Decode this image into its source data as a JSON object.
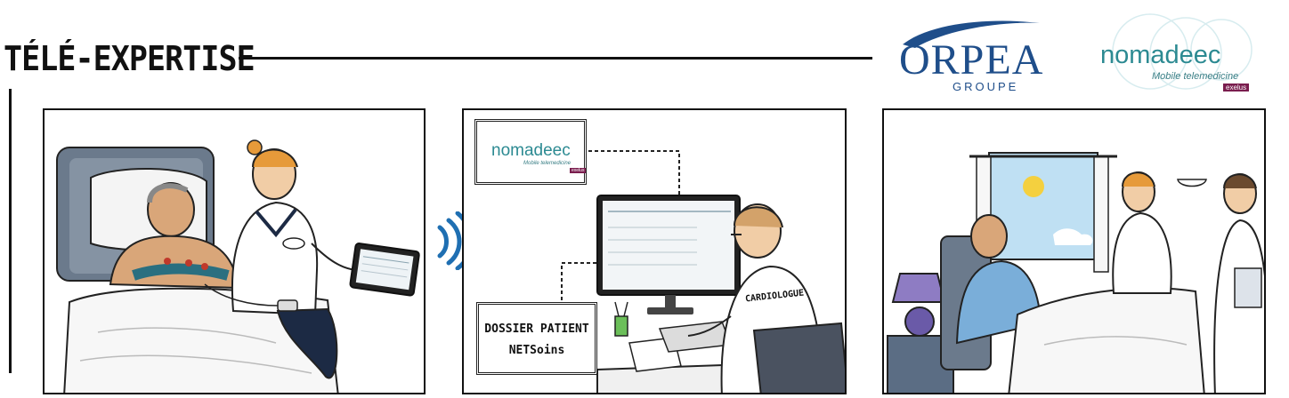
{
  "header": {
    "title": "TÉLÉ-EXPERTISE"
  },
  "logos": {
    "orpea": {
      "name": "ORPEA",
      "sub": "GROUPE",
      "color": "#1f4e8a"
    },
    "nomadeec": {
      "name": "nomadeec",
      "tagline": "Mobile telemedicine",
      "badge": "exelus",
      "color": "#2c8a92"
    }
  },
  "panels": {
    "nurse_exam": {},
    "cardiologist": {
      "screen_logo": {
        "name": "nomadeec",
        "tagline": "Mobile telemedicine",
        "badge": "exelus"
      },
      "record_box": {
        "line1": "DOSSIER PATIENT",
        "line2": "NETSoins"
      },
      "coat_label": "CARDIOLOGUE"
    },
    "bedside_visit": {}
  },
  "icons": [
    "wifi-signal-icon"
  ]
}
